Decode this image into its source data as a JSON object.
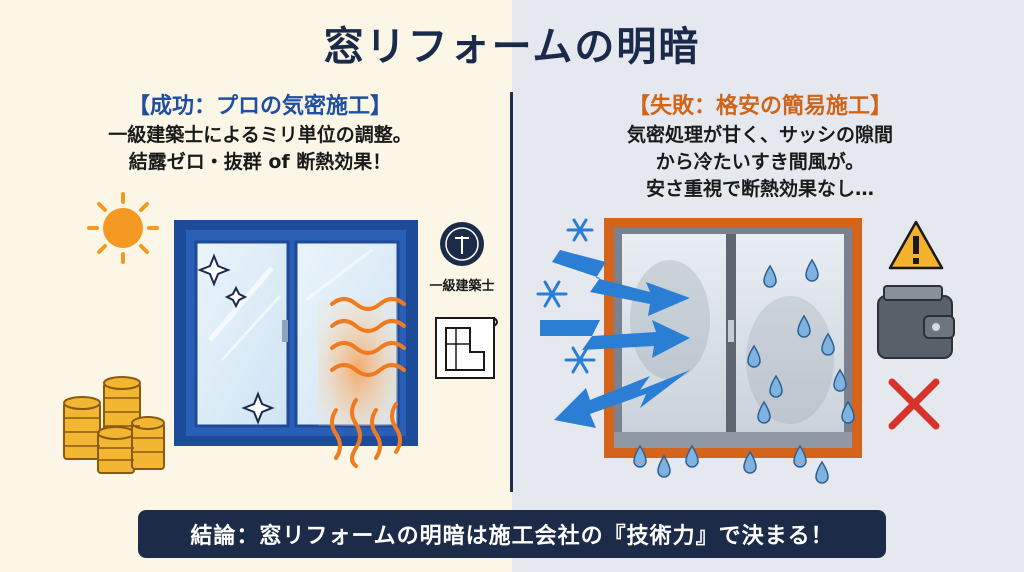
{
  "title": "窓リフォームの明暗",
  "left": {
    "heading": "【成功：プロの気密施工】",
    "lines": [
      "一級建築士によるミリ単位の調整。",
      "結露ゼロ・抜群 of 断熱効果！"
    ],
    "badge_label": "一級建築士"
  },
  "right": {
    "heading": "【失敗：格安の簡易施工】",
    "lines": [
      "気密処理が甘く、サッシの隙間",
      "から冷たいすき間風が。",
      "安さ重視で断熱効果なし…"
    ]
  },
  "conclusion": "結論：窓リフォームの明暗は施工会社の『技術力』で決まる！",
  "colors": {
    "navy": "#1c2b47",
    "left_accent": "#1e4fa0",
    "right_accent": "#d0651a",
    "warm_wave": "#f07a20",
    "cold_arrow": "#2a7fd4"
  },
  "icons": [
    "sun-icon",
    "coins-icon",
    "sparkle-icon",
    "heat-wave-icon",
    "architect-badge-icon",
    "blueprint-icon",
    "snowflake-icon",
    "cold-draft-arrow-icon",
    "water-drop-icon",
    "warning-icon",
    "wallet-icon",
    "x-mark-icon"
  ]
}
